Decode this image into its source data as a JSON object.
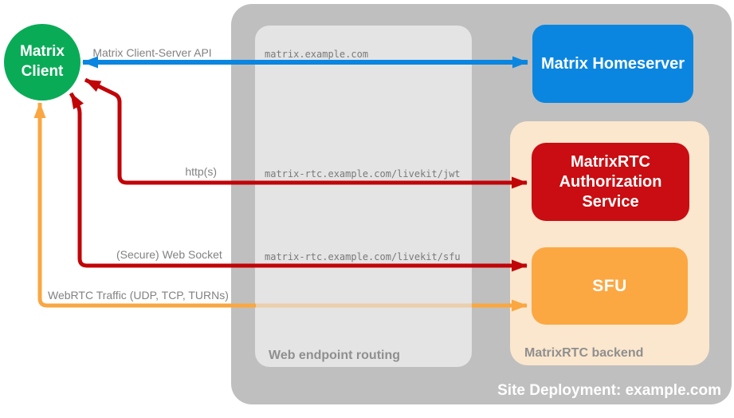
{
  "colors": {
    "green": "#0aab57",
    "blue": "#0b86e0",
    "red": "#c90d12",
    "red-line": "#c10408",
    "orange": "#fba843",
    "orange-line": "#faa742",
    "peach": "#fbe7ce",
    "outer-gray": "#bfbfbf",
    "inner-gray": "#e4e4e4",
    "label-gray": "#828282",
    "section-gray": "#8f8f8f",
    "mono-gray": "#7a7a7a"
  },
  "nodes": {
    "client": {
      "label": "Matrix Client"
    },
    "homeserver": {
      "label": "Matrix Homeserver"
    },
    "auth_service": {
      "label": "MatrixRTC Authorization Service"
    },
    "sfu": {
      "label": "SFU"
    }
  },
  "containers": {
    "site": {
      "label": "Site Deployment: example.com"
    },
    "routing": {
      "label": "Web endpoint routing"
    },
    "backend": {
      "label": "MatrixRTC backend"
    }
  },
  "connections": [
    {
      "name": "matrix-client-server-api",
      "label": "Matrix Client-Server API",
      "endpoint": "matrix.example.com",
      "color": "blue",
      "bidirectional": true,
      "from": "Matrix Client",
      "to": "Matrix Homeserver"
    },
    {
      "name": "https",
      "label": "http(s)",
      "endpoint": "matrix-rtc.example.com/livekit/jwt",
      "color": "red",
      "bidirectional": true,
      "from": "Matrix Client",
      "to": "MatrixRTC Authorization Service"
    },
    {
      "name": "secure-web-socket",
      "label": "(Secure) Web Socket",
      "endpoint": "matrix-rtc.example.com/livekit/sfu",
      "color": "red",
      "bidirectional": true,
      "from": "Matrix Client",
      "to": "SFU"
    },
    {
      "name": "webrtc-traffic",
      "label": "WebRTC Traffic (UDP, TCP, TURNs)",
      "color": "orange",
      "bidirectional": true,
      "from": "Matrix Client",
      "to": "SFU"
    }
  ]
}
